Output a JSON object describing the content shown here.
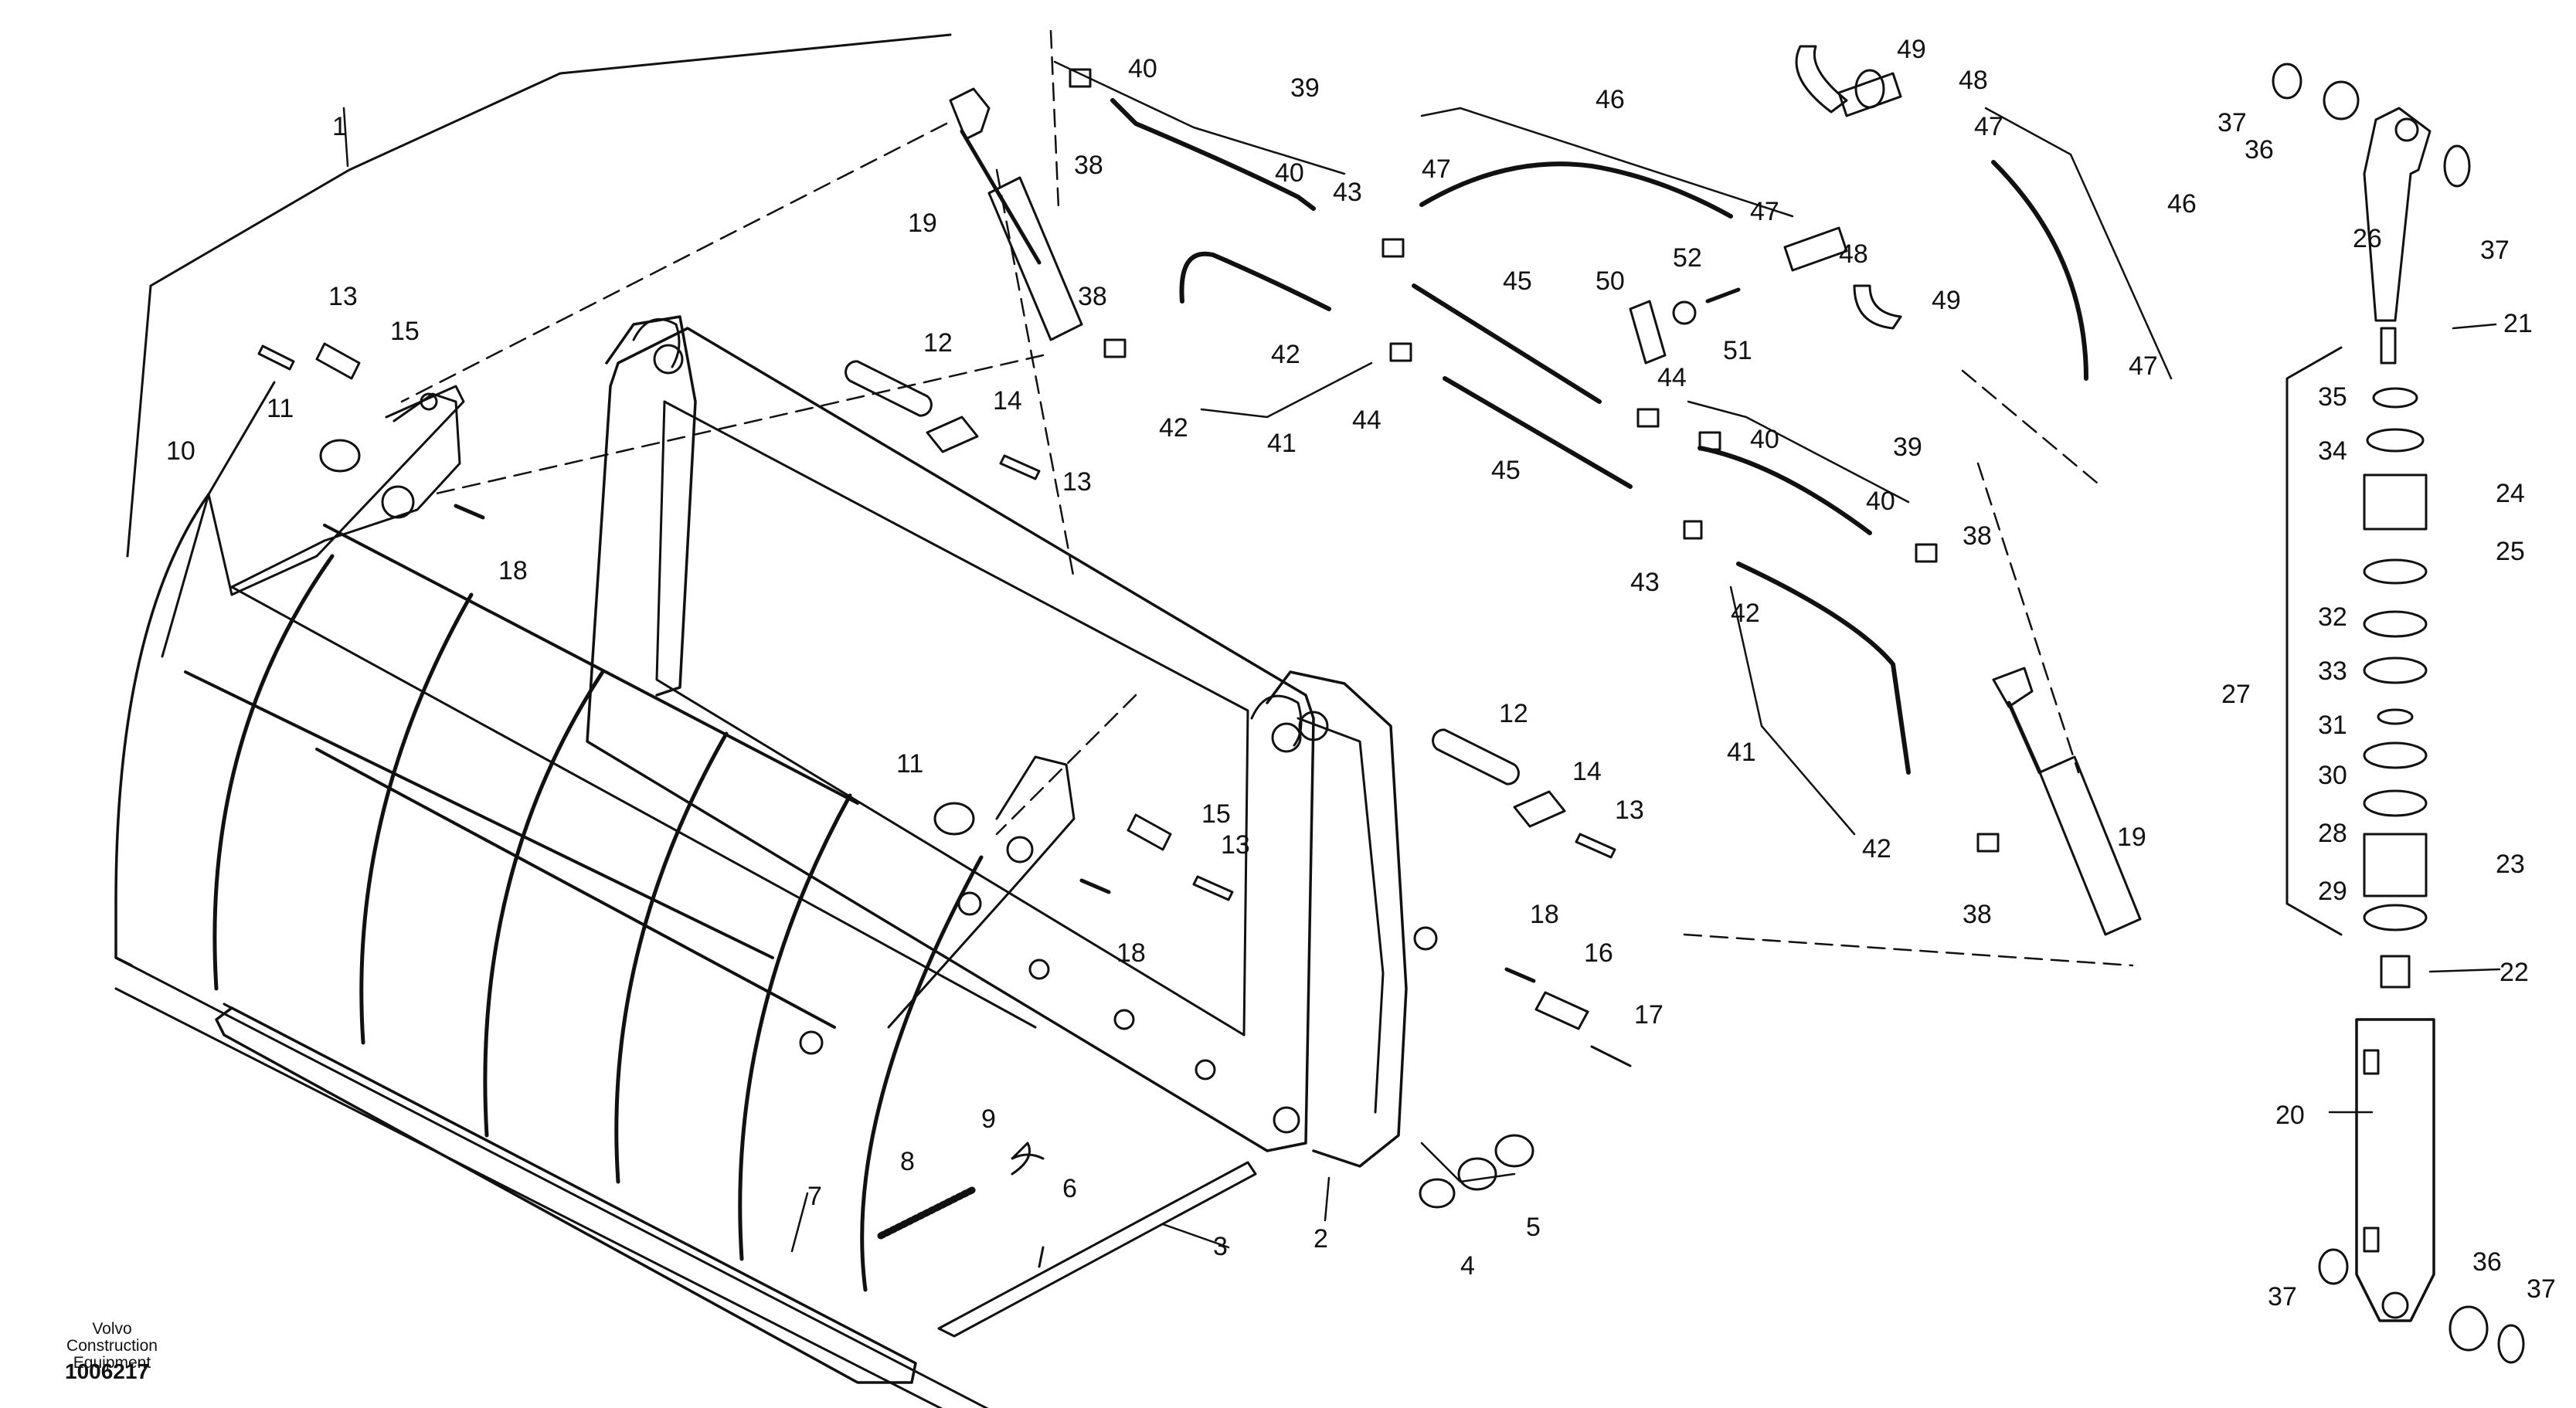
{
  "figure": {
    "maker": "Volvo Construction Equipment",
    "drawing_no": "1006217"
  },
  "callouts": [
    {
      "id": "c1",
      "text": "1"
    },
    {
      "id": "c2",
      "text": "2"
    },
    {
      "id": "c3",
      "text": "3"
    },
    {
      "id": "c4",
      "text": "4"
    },
    {
      "id": "c5",
      "text": "5"
    },
    {
      "id": "c6",
      "text": "6"
    },
    {
      "id": "c7",
      "text": "7"
    },
    {
      "id": "c8",
      "text": "8"
    },
    {
      "id": "c9",
      "text": "9"
    },
    {
      "id": "c10",
      "text": "10"
    },
    {
      "id": "c11a",
      "text": "11"
    },
    {
      "id": "c11b",
      "text": "11"
    },
    {
      "id": "c12a",
      "text": "12"
    },
    {
      "id": "c12b",
      "text": "12"
    },
    {
      "id": "c13a",
      "text": "13"
    },
    {
      "id": "c13b",
      "text": "13"
    },
    {
      "id": "c13c",
      "text": "13"
    },
    {
      "id": "c13d",
      "text": "13"
    },
    {
      "id": "c14a",
      "text": "14"
    },
    {
      "id": "c14b",
      "text": "14"
    },
    {
      "id": "c15a",
      "text": "15"
    },
    {
      "id": "c15b",
      "text": "15"
    },
    {
      "id": "c16",
      "text": "16"
    },
    {
      "id": "c17",
      "text": "17"
    },
    {
      "id": "c18a",
      "text": "18"
    },
    {
      "id": "c18b",
      "text": "18"
    },
    {
      "id": "c18c",
      "text": "18"
    },
    {
      "id": "c19a",
      "text": "19"
    },
    {
      "id": "c19b",
      "text": "19"
    },
    {
      "id": "c20",
      "text": "20"
    },
    {
      "id": "c21",
      "text": "21"
    },
    {
      "id": "c22",
      "text": "22"
    },
    {
      "id": "c23",
      "text": "23"
    },
    {
      "id": "c24",
      "text": "24"
    },
    {
      "id": "c25",
      "text": "25"
    },
    {
      "id": "c26",
      "text": "26"
    },
    {
      "id": "c27",
      "text": "27"
    },
    {
      "id": "c28",
      "text": "28"
    },
    {
      "id": "c29",
      "text": "29"
    },
    {
      "id": "c30",
      "text": "30"
    },
    {
      "id": "c31",
      "text": "31"
    },
    {
      "id": "c32",
      "text": "32"
    },
    {
      "id": "c33",
      "text": "33"
    },
    {
      "id": "c34",
      "text": "34"
    },
    {
      "id": "c35",
      "text": "35"
    },
    {
      "id": "c36a",
      "text": "36"
    },
    {
      "id": "c36b",
      "text": "36"
    },
    {
      "id": "c37a",
      "text": "37"
    },
    {
      "id": "c37b",
      "text": "37"
    },
    {
      "id": "c37c",
      "text": "37"
    },
    {
      "id": "c37d",
      "text": "37"
    },
    {
      "id": "c38a",
      "text": "38"
    },
    {
      "id": "c38b",
      "text": "38"
    },
    {
      "id": "c38c",
      "text": "38"
    },
    {
      "id": "c38d",
      "text": "38"
    },
    {
      "id": "c39a",
      "text": "39"
    },
    {
      "id": "c39b",
      "text": "39"
    },
    {
      "id": "c40a",
      "text": "40"
    },
    {
      "id": "c40b",
      "text": "40"
    },
    {
      "id": "c40c",
      "text": "40"
    },
    {
      "id": "c40d",
      "text": "40"
    },
    {
      "id": "c41a",
      "text": "41"
    },
    {
      "id": "c41b",
      "text": "41"
    },
    {
      "id": "c42a",
      "text": "42"
    },
    {
      "id": "c42b",
      "text": "42"
    },
    {
      "id": "c42c",
      "text": "42"
    },
    {
      "id": "c42d",
      "text": "42"
    },
    {
      "id": "c43a",
      "text": "43"
    },
    {
      "id": "c43b",
      "text": "43"
    },
    {
      "id": "c44a",
      "text": "44"
    },
    {
      "id": "c44b",
      "text": "44"
    },
    {
      "id": "c45a",
      "text": "45"
    },
    {
      "id": "c45b",
      "text": "45"
    },
    {
      "id": "c46a",
      "text": "46"
    },
    {
      "id": "c46b",
      "text": "46"
    },
    {
      "id": "c47a",
      "text": "47"
    },
    {
      "id": "c47b",
      "text": "47"
    },
    {
      "id": "c47c",
      "text": "47"
    },
    {
      "id": "c47d",
      "text": "47"
    },
    {
      "id": "c48a",
      "text": "48"
    },
    {
      "id": "c48b",
      "text": "48"
    },
    {
      "id": "c49a",
      "text": "49"
    },
    {
      "id": "c49b",
      "text": "49"
    },
    {
      "id": "c50",
      "text": "50"
    },
    {
      "id": "c51",
      "text": "51"
    },
    {
      "id": "c52",
      "text": "52"
    }
  ]
}
